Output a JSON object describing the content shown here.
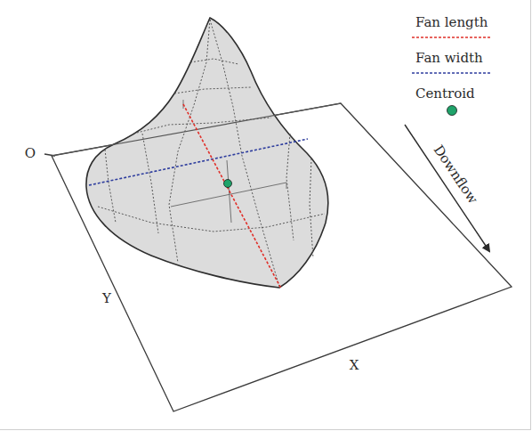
{
  "diagram": {
    "labels": [
      "O",
      "Y",
      "X",
      "Downflow"
    ],
    "legend": [
      {
        "text": "Fan length"
      },
      {
        "text": "Fan width"
      },
      {
        "text": "Centroid"
      }
    ]
  }
}
